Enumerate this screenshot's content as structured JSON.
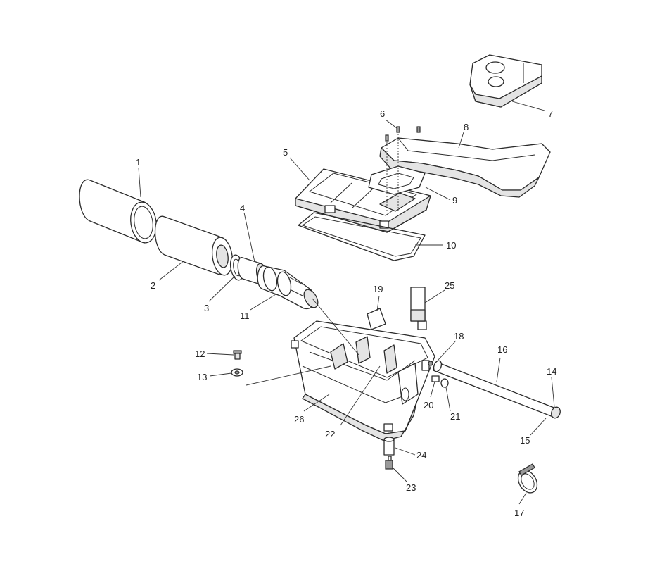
{
  "diagram": {
    "type": "exploded-parts-diagram",
    "callouts": [
      "1",
      "2",
      "3",
      "4",
      "5",
      "6",
      "7",
      "8",
      "9",
      "10",
      "11",
      "12",
      "13",
      "14",
      "15",
      "16",
      "17",
      "18",
      "19",
      "20",
      "21",
      "22",
      "23",
      "24",
      "25",
      "26"
    ]
  }
}
